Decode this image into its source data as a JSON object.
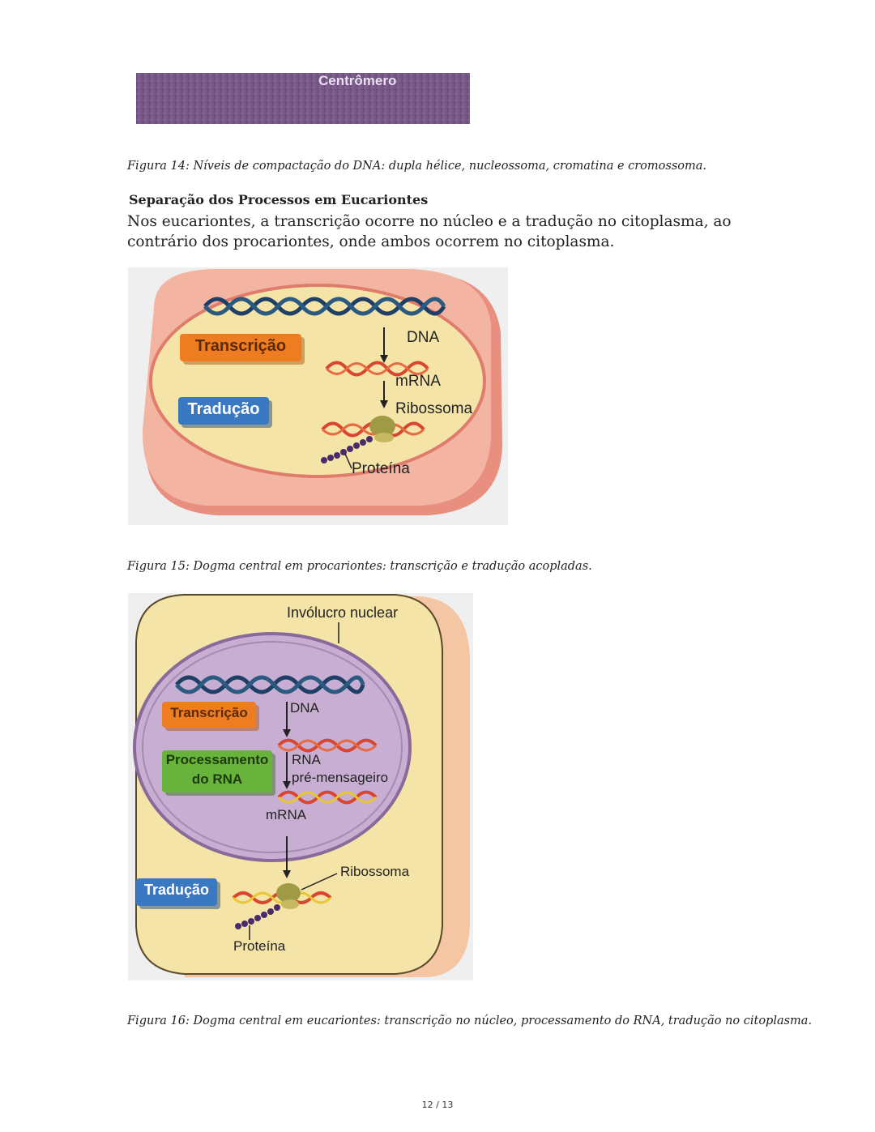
{
  "top_image": {
    "label": "Centrômero"
  },
  "figure14": {
    "caption": "Figura 14: Níveis de compactação do DNA: dupla hélice, nucleossoma, cromatina e cromossoma."
  },
  "section": {
    "heading": "Separação dos Processos em Eucariontes",
    "paragraph": "Nos eucariontes, a transcrição ocorre no núcleo e a tradução no citoplasma, ao contrário dos procariontes, onde ambos ocorrem no citoplasma."
  },
  "figure15": {
    "caption": "Figura 15: Dogma central em procariontes: transcrição e tradução acopladas.",
    "labels": {
      "transcricao": "Transcrição",
      "traducao": "Tradução",
      "dna": "DNA",
      "mrna": "mRNA",
      "ribossoma": "Ribossoma",
      "proteina": "Proteína"
    },
    "colors": {
      "cell_fill": "#f5e4a8",
      "cell_wall": "#e98f7f",
      "orange": "#ee7d22",
      "blue": "#3b78c2"
    }
  },
  "figure16": {
    "caption": "Figura 16: Dogma central em eucariontes: transcrição no núcleo, processamento do RNA, tradução no citoplasma.",
    "labels": {
      "involucro": "Invólucro nuclear",
      "transcricao": "Transcrição",
      "processamento_1": "Processamento",
      "processamento_2": "do RNA",
      "traducao": "Tradução",
      "dna": "DNA",
      "rna_1": "RNA",
      "rna_2": "pré-mensageiro",
      "mrna": "mRNA",
      "ribossoma": "Ribossoma",
      "proteina": "Proteína"
    },
    "colors": {
      "cytoplasm": "#f5e4a8",
      "nucleus": "#c9aed4",
      "green": "#68b33c",
      "orange": "#ee7d22",
      "blue": "#3b78c2"
    }
  },
  "footer": {
    "page": "12 / 13"
  }
}
